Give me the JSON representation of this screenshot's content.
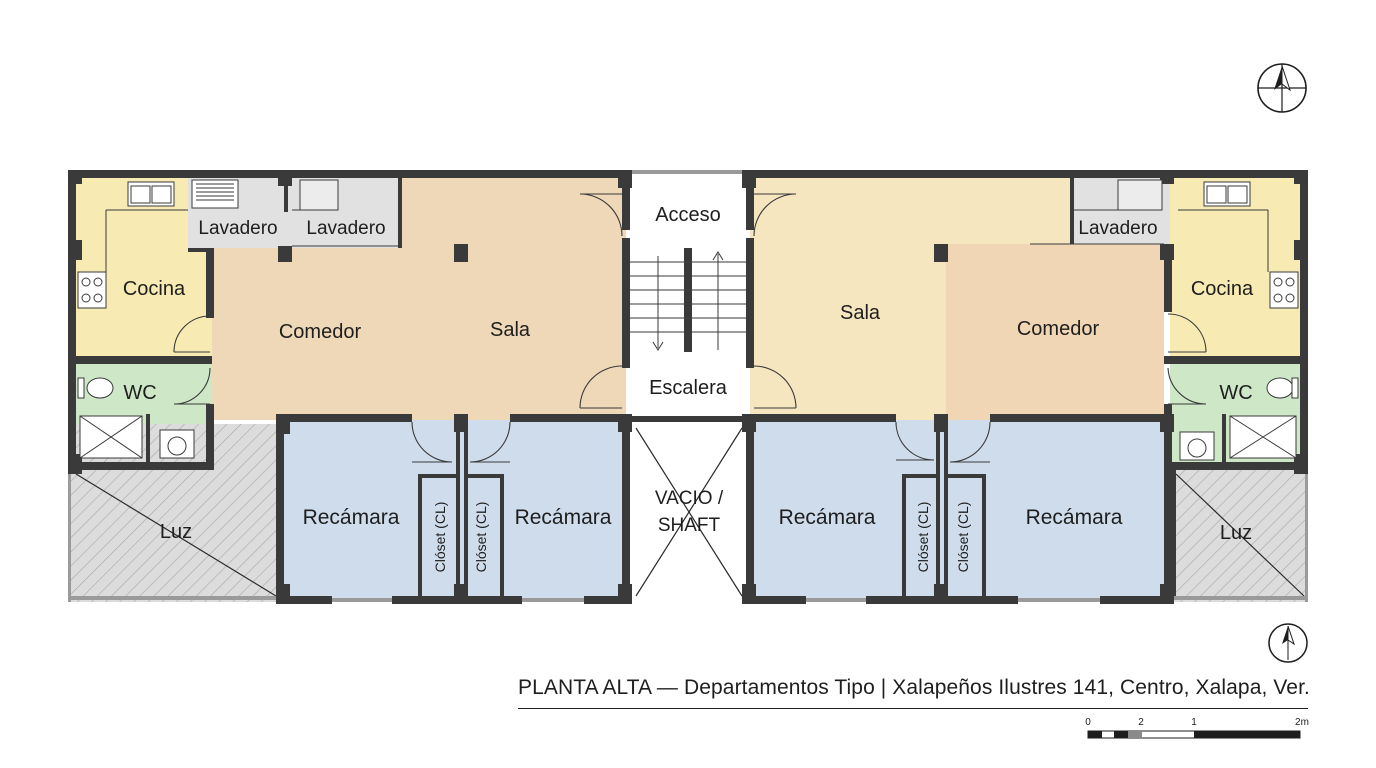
{
  "title": "PLANTA ALTA — Departamentos Tipo | Xalapeños Ilustres 141, Centro, Xalapa, Ver.",
  "scale_bar": {
    "labels": [
      "0",
      "2",
      "1",
      "2m"
    ]
  },
  "colors": {
    "wall": "#3a3a3a",
    "kitchen": "#f7eab2",
    "living": "#efd8b8",
    "living_right": "#f5e6c0",
    "dining_right": "#f0d6b4",
    "laundry": "#e1e1e1",
    "wc": "#cde7c7",
    "bedroom": "#cfdcec",
    "light_well": "#dcdcdc"
  },
  "rooms": {
    "left_lavadero_1": "Lavadero",
    "left_lavadero_2": "Lavadero",
    "left_cocina": "Cocina",
    "left_comedor": "Comedor",
    "left_sala": "Sala",
    "left_wc": "WC",
    "left_luz": "Luz",
    "left_recamara_1": "Recámara",
    "left_recamara_2": "Recámara",
    "left_closet_1": "Clóset (CL)",
    "left_closet_2": "Clóset (CL)",
    "acceso": "Acceso",
    "escalera": "Escalera",
    "shaft_line1": "VACIO /",
    "shaft_line2": "SHAFT",
    "right_sala": "Sala",
    "right_comedor": "Comedor",
    "right_lavadero": "Lavadero",
    "right_cocina": "Cocina",
    "right_wc": "WC",
    "right_luz": "Luz",
    "right_recamara_1": "Recámara",
    "right_recamara_2": "Recámara",
    "right_closet_1": "Clóset (CL)",
    "right_closet_2": "Clóset (CL)"
  },
  "icons": {
    "north_arrow_top": "north-arrow-icon",
    "north_arrow_bottom": "north-arrow-icon"
  }
}
